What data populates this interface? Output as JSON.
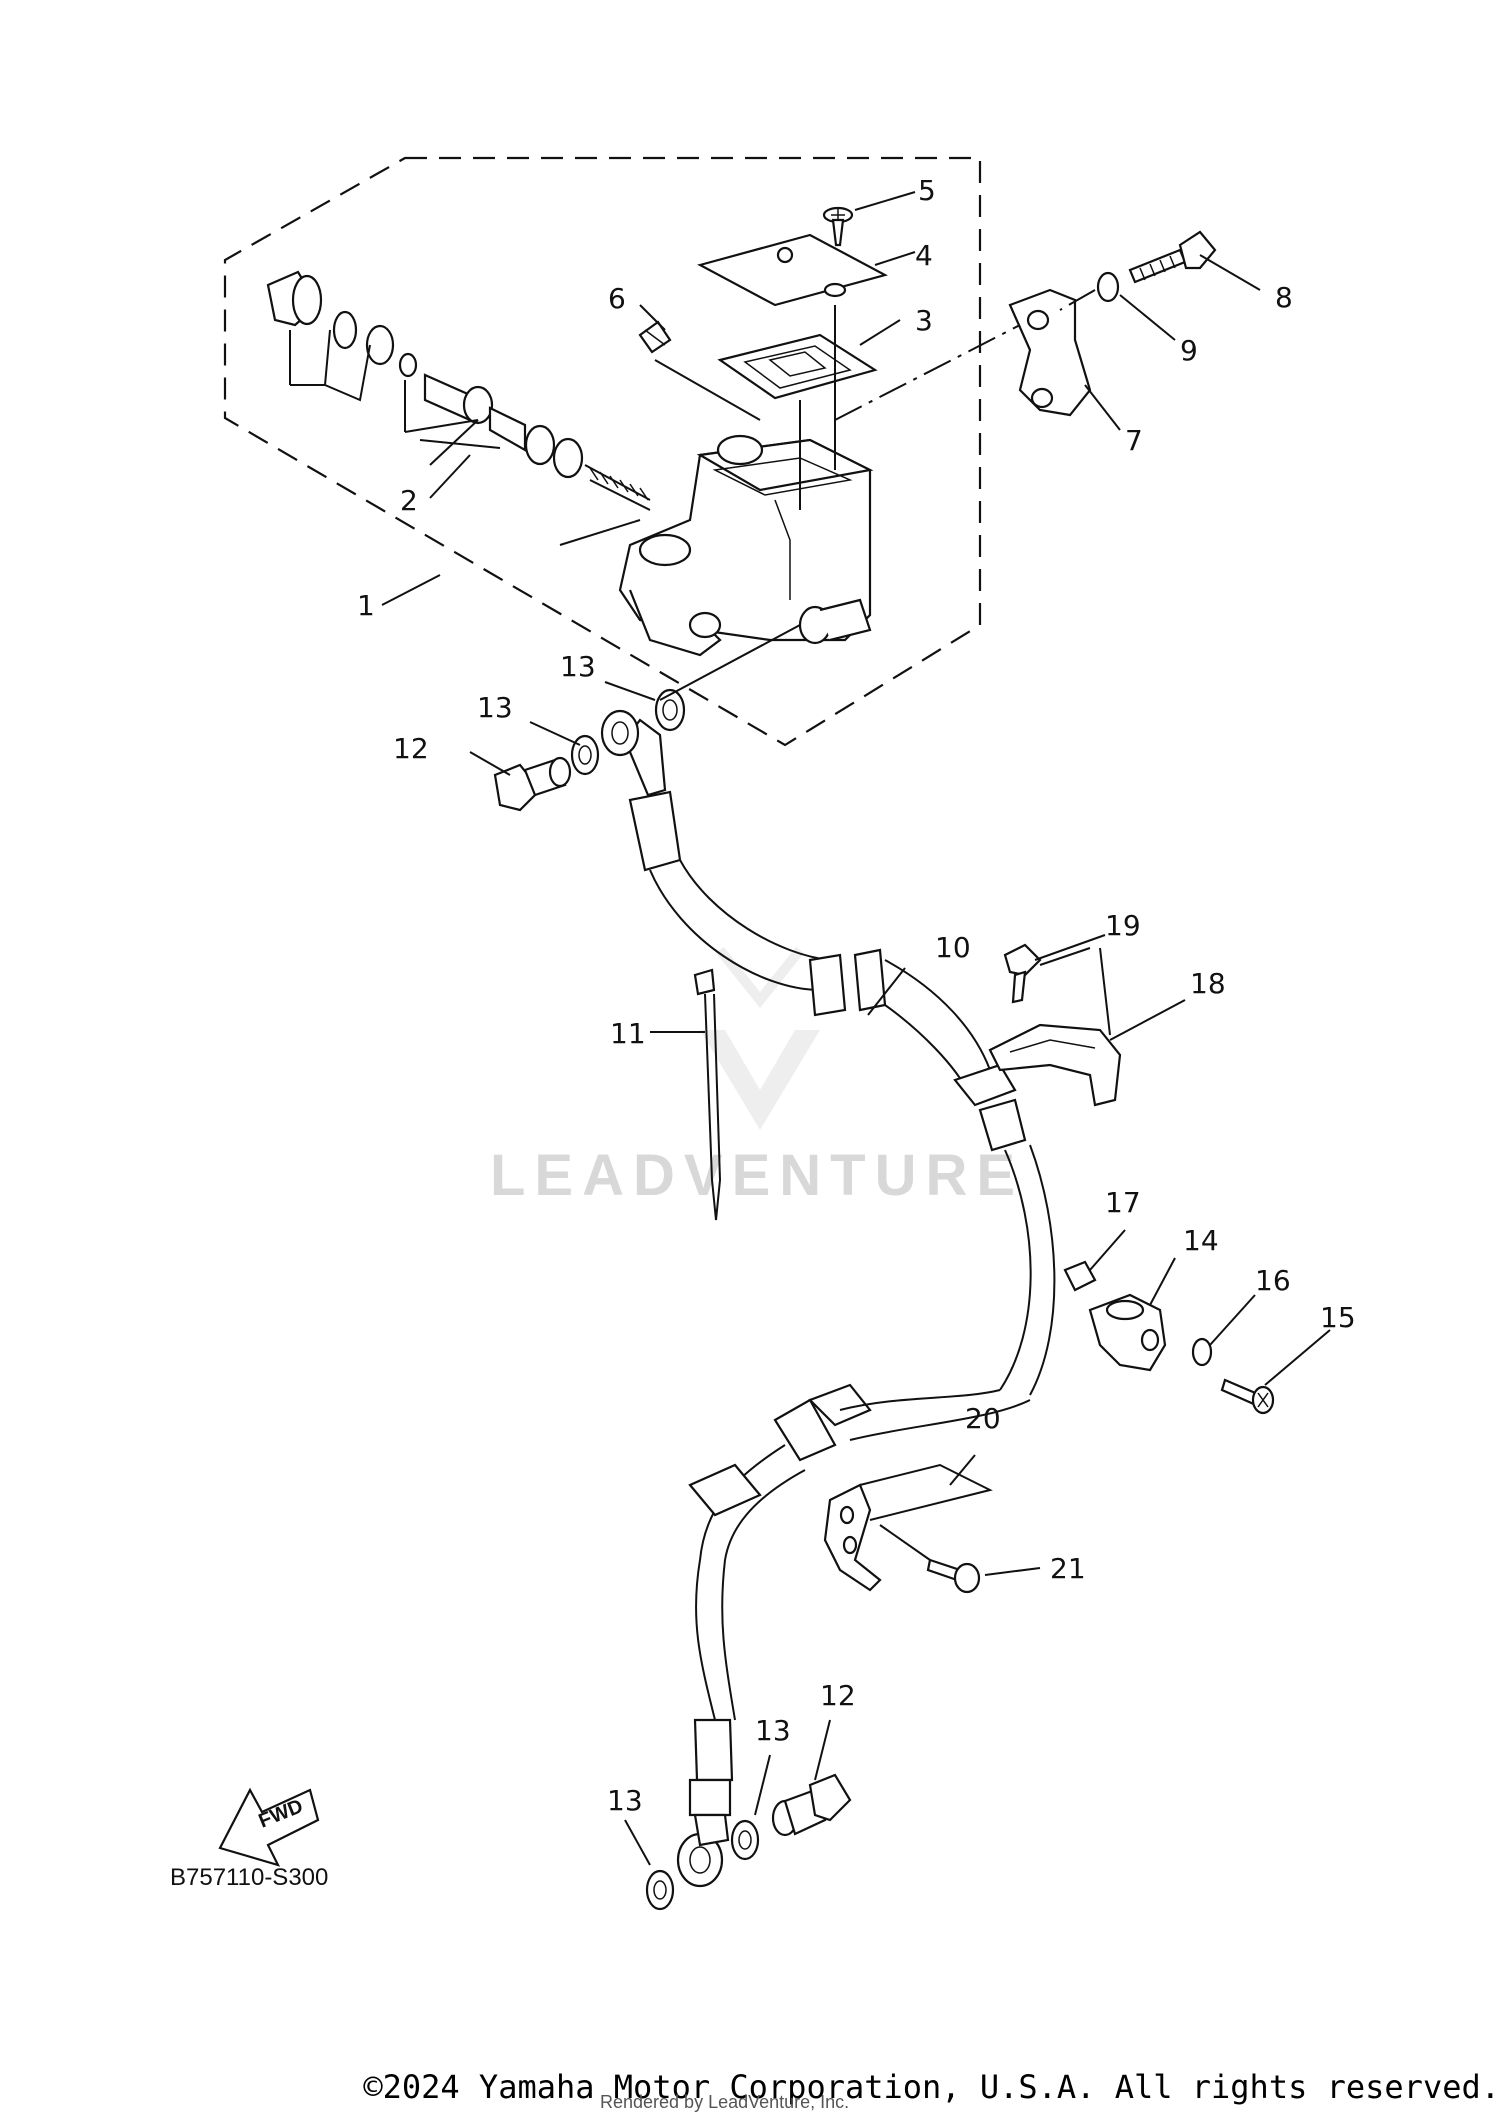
{
  "diagram": {
    "callouts": {
      "p1": "1",
      "p2": "2",
      "p3": "3",
      "p4": "4",
      "p5": "5",
      "p6": "6",
      "p7": "7",
      "p8": "8",
      "p9": "9",
      "p10": "10",
      "p11": "11",
      "p12a": "12",
      "p12b": "12",
      "p13a": "13",
      "p13b": "13",
      "p13c": "13",
      "p13d": "13",
      "p14": "14",
      "p15": "15",
      "p16": "16",
      "p17": "17",
      "p18": "18",
      "p19": "19",
      "p20": "20",
      "p21": "21"
    },
    "fwd_label": "FWD",
    "diagram_code": "B757110-S300",
    "watermark": "LEADVENTURE"
  },
  "footer": {
    "copyright": "©2024 Yamaha Motor Corporation, U.S.A. All rights reserved.",
    "rendered_by": "Rendered by LeadVenture, Inc."
  }
}
